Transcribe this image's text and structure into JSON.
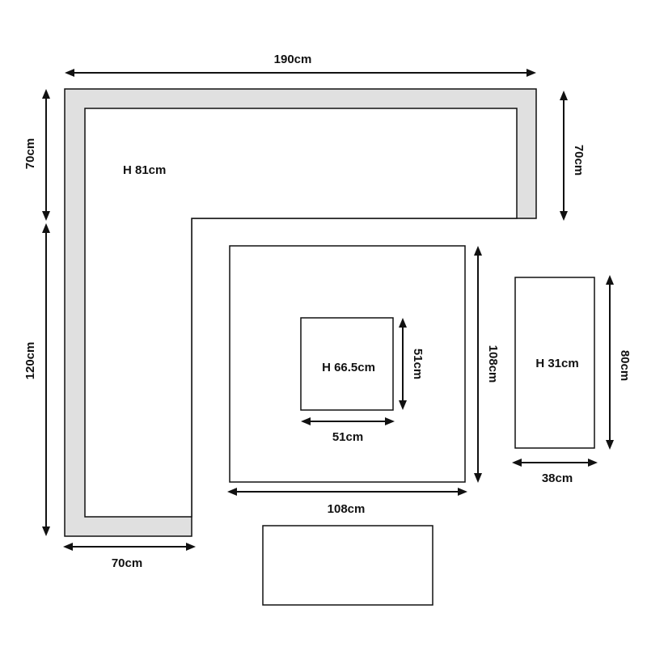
{
  "colors": {
    "outline": "#111111",
    "sofa_fill": "#e0e0e0",
    "background": "#ffffff"
  },
  "sofa": {
    "height_label": "H 81cm",
    "dim_top": "190cm",
    "dim_left_upper": "70cm",
    "dim_left_lower": "120cm",
    "dim_right": "70cm",
    "dim_bottom": "70cm"
  },
  "table": {
    "width_label": "108cm",
    "depth_label": "108cm",
    "inner_height_label": "H 66.5cm",
    "inner_width_label": "51cm",
    "inner_depth_label": "51cm"
  },
  "ottoman": {
    "height_label": "H 31cm",
    "width_label": "38cm",
    "length_label": "80cm"
  }
}
